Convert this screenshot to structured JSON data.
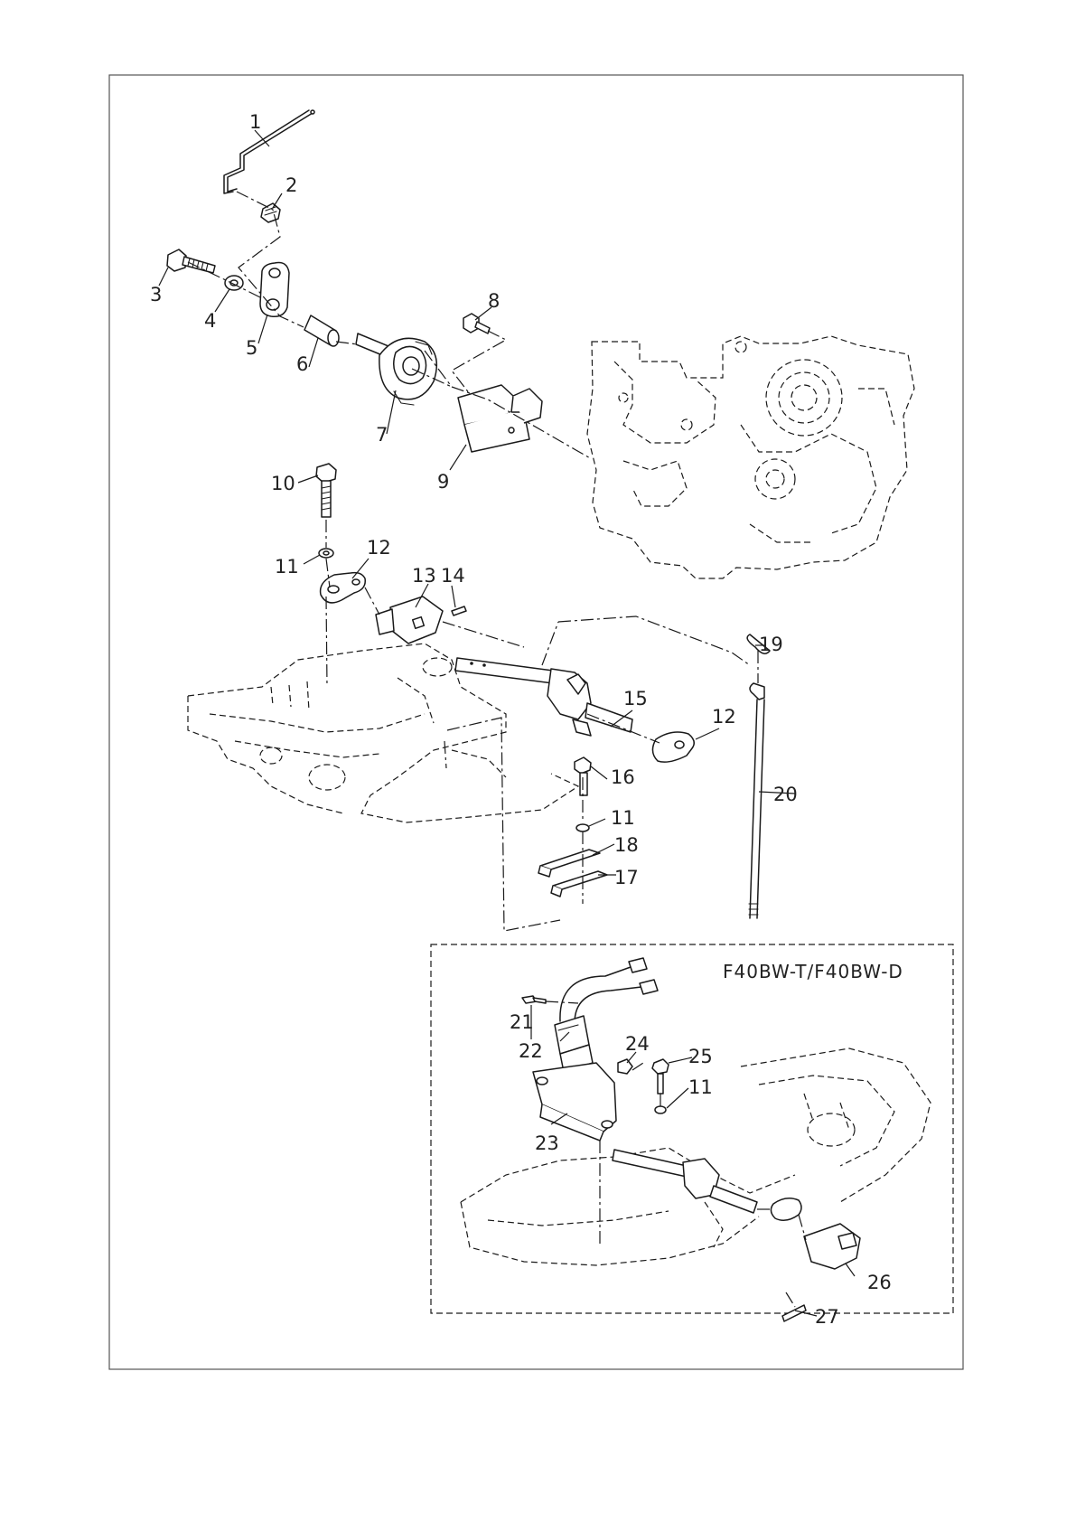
{
  "diagram": {
    "variant_label": "F40BW-T/F40BW-D",
    "callouts": [
      {
        "id": "1",
        "text": "1"
      },
      {
        "id": "2",
        "text": "2"
      },
      {
        "id": "3",
        "text": "3"
      },
      {
        "id": "4",
        "text": "4"
      },
      {
        "id": "5",
        "text": "5"
      },
      {
        "id": "6",
        "text": "6"
      },
      {
        "id": "7",
        "text": "7"
      },
      {
        "id": "8",
        "text": "8"
      },
      {
        "id": "9",
        "text": "9"
      },
      {
        "id": "10",
        "text": "10"
      },
      {
        "id": "11a",
        "text": "11"
      },
      {
        "id": "12a",
        "text": "12"
      },
      {
        "id": "13",
        "text": "13"
      },
      {
        "id": "14",
        "text": "14"
      },
      {
        "id": "15",
        "text": "15"
      },
      {
        "id": "12b",
        "text": "12"
      },
      {
        "id": "16",
        "text": "16"
      },
      {
        "id": "11b",
        "text": "11"
      },
      {
        "id": "18",
        "text": "18"
      },
      {
        "id": "17",
        "text": "17"
      },
      {
        "id": "19",
        "text": "19"
      },
      {
        "id": "20",
        "text": "20"
      },
      {
        "id": "21",
        "text": "21"
      },
      {
        "id": "22",
        "text": "22"
      },
      {
        "id": "24",
        "text": "24"
      },
      {
        "id": "25",
        "text": "25"
      },
      {
        "id": "11c",
        "text": "11"
      },
      {
        "id": "23",
        "text": "23"
      },
      {
        "id": "26",
        "text": "26"
      },
      {
        "id": "27",
        "text": "27"
      }
    ]
  }
}
